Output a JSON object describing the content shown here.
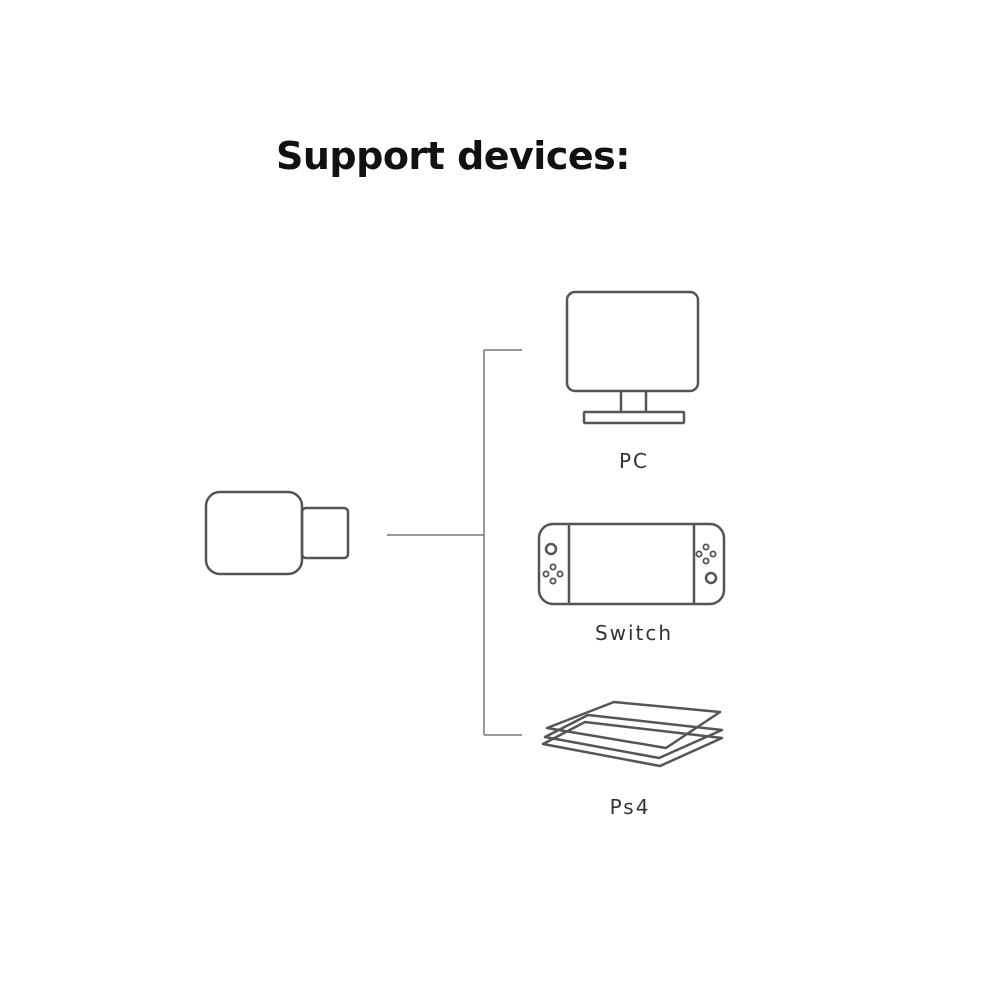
{
  "title": "Support devices:",
  "devices": [
    {
      "label": "PC",
      "icon": "monitor-icon"
    },
    {
      "label": "Switch",
      "icon": "switch-console-icon"
    },
    {
      "label": "Ps4",
      "icon": "ps4-console-icon"
    }
  ],
  "source_icon": "usb-adapter-icon",
  "colors": {
    "stroke": "#555555",
    "line": "#777777",
    "title": "#111111",
    "label": "#333333"
  }
}
